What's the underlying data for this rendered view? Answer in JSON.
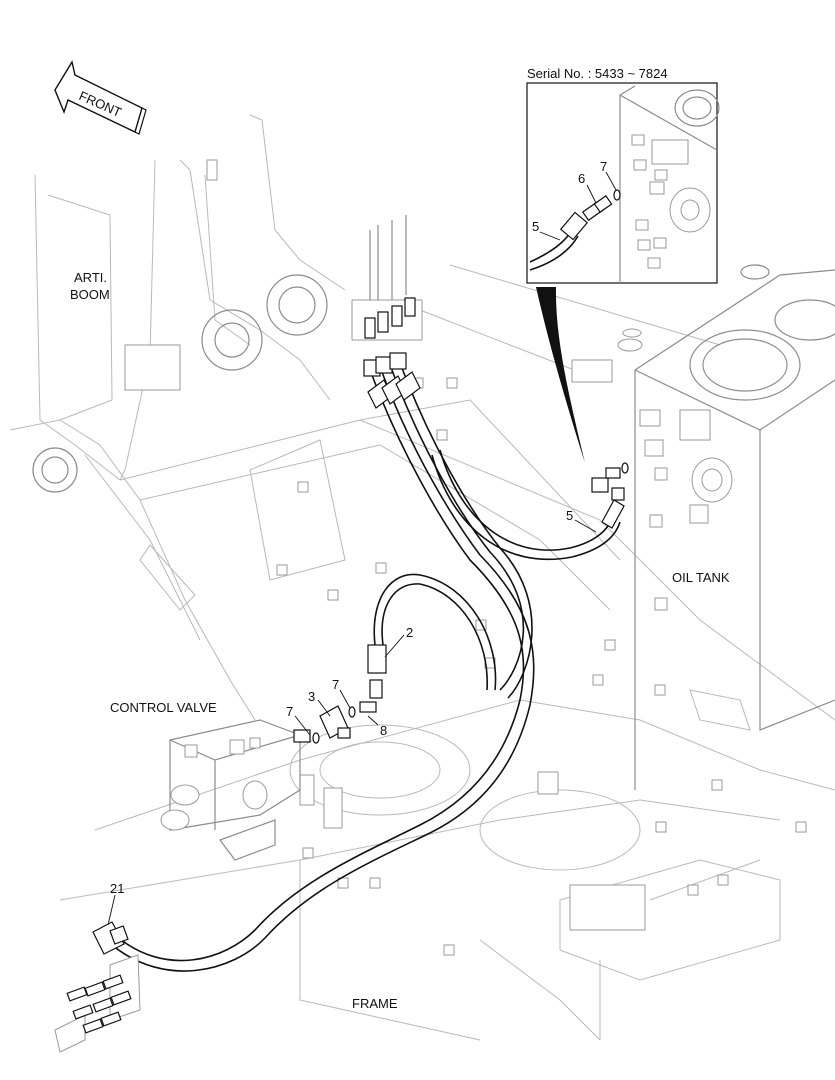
{
  "arrow": {
    "label": "FRONT"
  },
  "inset": {
    "serial": "Serial No. : 5433 ~ 7824"
  },
  "labels": {
    "arti_boom_1": "ARTI.",
    "arti_boom_2": "BOOM",
    "oil_tank": "OIL TANK",
    "control_valve": "CONTROL VALVE",
    "frame": "FRAME"
  },
  "callouts": {
    "hose_2": "2",
    "elbow_3": "3",
    "hose_5_inset": "5",
    "hose_5_main": "5",
    "connector_6": "6",
    "oring_7_inset": "7",
    "oring_7_a": "7",
    "oring_7_b": "7",
    "connector_8": "8",
    "elbow_21": "21"
  },
  "colors": {
    "line": "#111111",
    "background_lines": "#b9b9b9",
    "paper": "#ffffff"
  }
}
